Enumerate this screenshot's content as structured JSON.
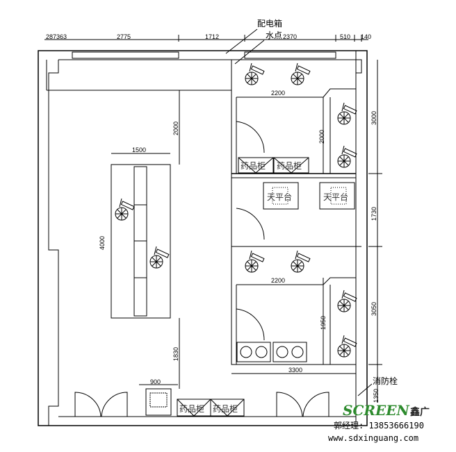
{
  "labels": {
    "distribution_box": "配电箱",
    "water_point": "水点",
    "fire_hydrant": "消防栓"
  },
  "furniture": {
    "medicine_cabinet": "药品柜",
    "balance_table": "天平台"
  },
  "dimensions": {
    "top": [
      "287",
      "363",
      "2775",
      "1712",
      "2370",
      "510",
      "140"
    ],
    "room_width_upper": "2200",
    "room_width_lower": "2200",
    "bench_width": "1500",
    "sink_width": "900",
    "lower_block_width": "3300",
    "left_vertical_upper": "2000",
    "bench_length": "4000",
    "left_vertical_lower": "1830",
    "upper_room_depth": "2000",
    "lower_room_depth": "1950",
    "right_upper": "3000",
    "right_mid": "1730",
    "right_lower": "3050",
    "right_bottom": "1350"
  },
  "branding": {
    "logo_text": "SCREEN",
    "logo_cn": "鑫广",
    "contact": "郭经理: 13853666190",
    "website": "www.sdxinguang.com",
    "logo_color": "#2e8b2e"
  }
}
